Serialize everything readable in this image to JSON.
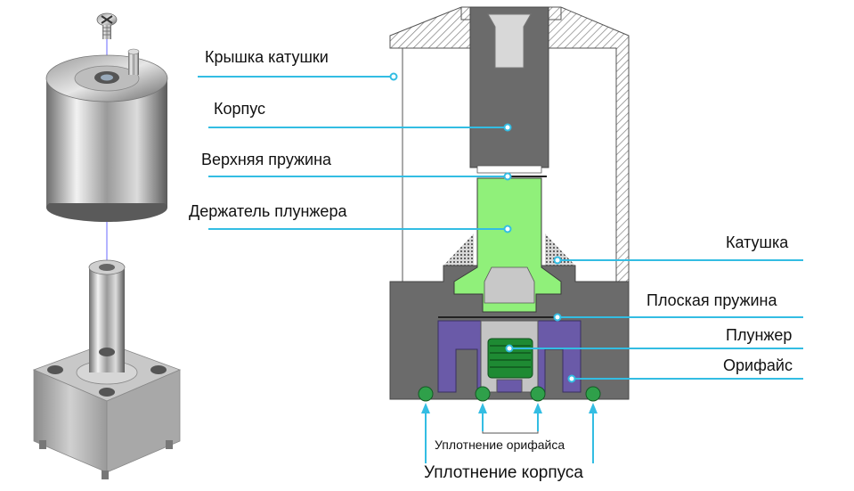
{
  "labels": {
    "coil_cover": "Крышка катушки",
    "body": "Корпус",
    "upper_spring": "Верхняя пружина",
    "plunger_holder": "Держатель плунжера",
    "coil": "Катушка",
    "flat_spring": "Плоская пружина",
    "plunger": "Плунжер",
    "orifice": "Орифайс",
    "orifice_seal": "Уплотнение орифайса",
    "body_seal": "Уплотнение корпуса"
  },
  "colors": {
    "leader": "#33bde3",
    "hatch": "#808080",
    "body_gray": "#6b6b6b",
    "plunger_holder_green": "#90f07a",
    "plunger_green": "#1e8a33",
    "orifice_purple": "#6a5aa8",
    "seal_green": "#2fa04a",
    "screw": "#d8d8d8"
  }
}
